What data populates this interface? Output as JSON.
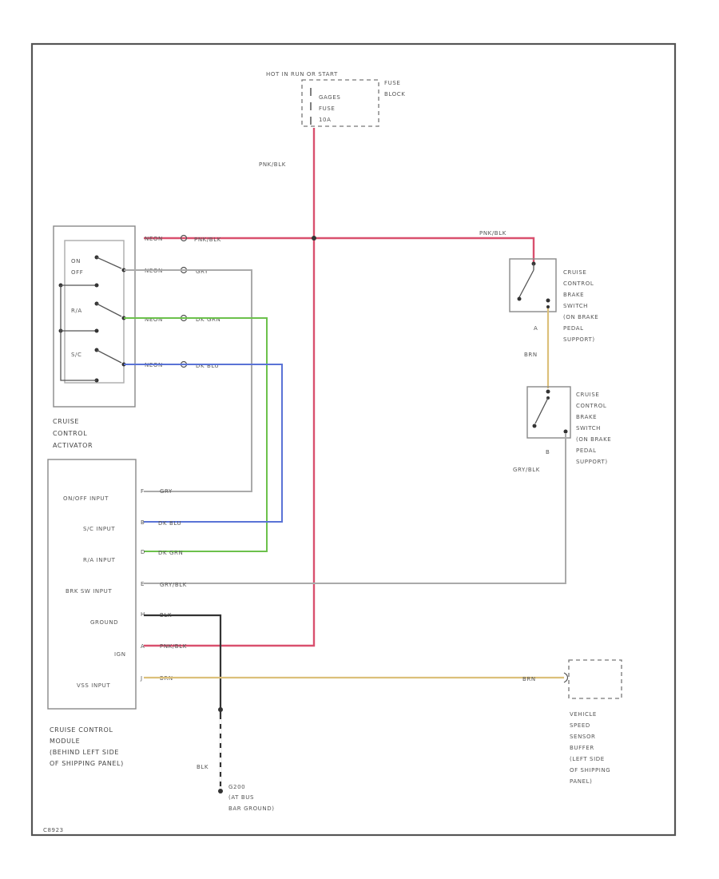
{
  "fuse": {
    "hot_label": "HOT IN RUN OR START",
    "fuse_name": "GAGES",
    "fuse_word": "FUSE",
    "fuse_amp": "10A",
    "block_label": [
      "FUSE",
      "BLOCK"
    ],
    "wire_label": "PNK/BLK"
  },
  "activator": {
    "switch_on": "ON",
    "switch_off": "OFF",
    "switch_ra": "R/A",
    "switch_sc": "S/C",
    "conn_label": "NEON",
    "wire_1": "PNK/BLK",
    "wire_2": "GRY",
    "wire_3": "DK GRN",
    "wire_4": "DK BLU",
    "title": [
      "CRUISE",
      "CONTROL",
      "ACTIVATOR"
    ]
  },
  "brake_switch_a": {
    "wire_top": "PNK/BLK",
    "letter": "A",
    "label": [
      "CRUISE",
      "CONTROL",
      "BRAKE",
      "SWITCH",
      "(ON BRAKE",
      "PEDAL",
      "SUPPORT)"
    ],
    "link_wire": "BRN"
  },
  "brake_switch_b": {
    "letter": "B",
    "wire": "GRY/BLK",
    "label": [
      "CRUISE",
      "CONTROL",
      "BRAKE",
      "SWITCH",
      "(ON BRAKE",
      "PEDAL",
      "SUPPORT)"
    ]
  },
  "module": {
    "pins": [
      {
        "name": "ON/OFF INPUT",
        "pin": "F",
        "wire": "GRY"
      },
      {
        "name": "S/C INPUT",
        "pin": "B",
        "wire": "DK BLU"
      },
      {
        "name": "R/A INPUT",
        "pin": "D",
        "wire": "DK GRN"
      },
      {
        "name": "BRK SW INPUT",
        "pin": "E",
        "wire": "GRY/BLK"
      },
      {
        "name": "GROUND",
        "pin": "H",
        "wire": "BLK"
      },
      {
        "name": "IGN",
        "pin": "A",
        "wire": "PNK/BLK"
      },
      {
        "name": "VSS INPUT",
        "pin": "J",
        "wire": "BRN"
      }
    ],
    "title": [
      "CRUISE CONTROL",
      "MODULE",
      "(BEHIND LEFT SIDE",
      "OF SHIPPING PANEL)"
    ]
  },
  "ground": {
    "wire": "BLK",
    "label": [
      "G200",
      "(AT BUS",
      "BAR GROUND)"
    ]
  },
  "vss": {
    "wire": "BRN",
    "label": [
      "VEHICLE",
      "SPEED",
      "SENSOR",
      "BUFFER",
      "(LEFT SIDE",
      "OF SHIPPING",
      "PANEL)"
    ]
  },
  "figure_id": "C8923"
}
